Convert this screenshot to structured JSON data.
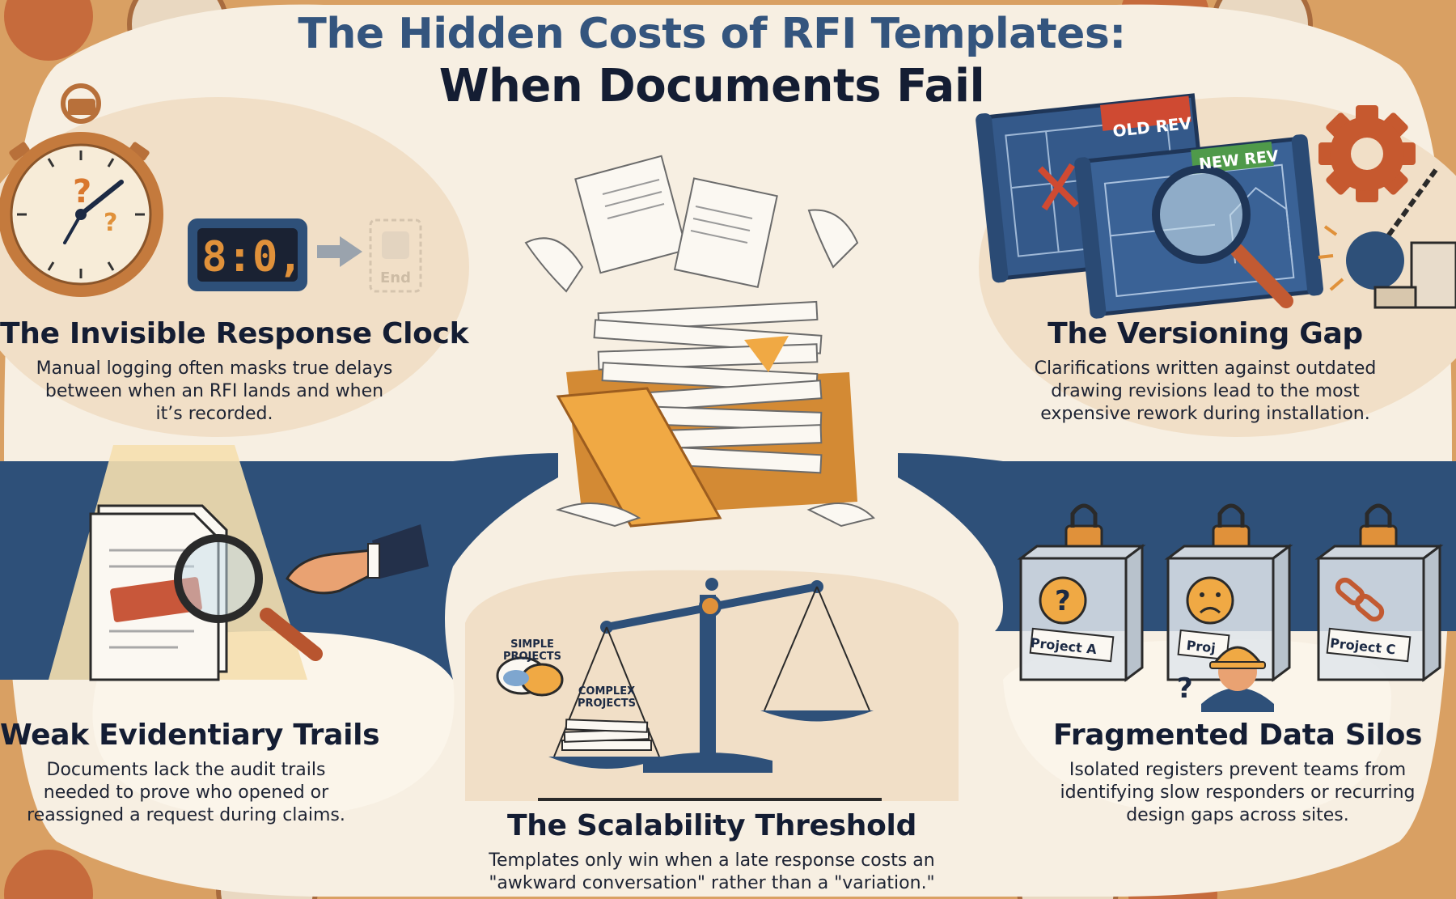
{
  "title": {
    "line1": "The Hidden Costs of RFI Templates:",
    "line2": "When Documents Fail"
  },
  "sections": {
    "response_clock": {
      "heading": "The Invisible Response Clock",
      "description": "Manual logging often masks true delays between when an RFI lands and when it’s recorded.",
      "clock_display": "8:0,",
      "end_label": "End"
    },
    "versioning_gap": {
      "heading": "The Versioning Gap",
      "description": "Clarifications written against outdated drawing revisions lead to the most expensive rework during installation.",
      "old_rev_label": "OLD REV",
      "new_rev_label": "NEW REV"
    },
    "evidentiary_trails": {
      "heading": "Weak Evidentiary Trails",
      "description": "Documents lack the audit trails needed to prove who opened or reassigned a request during claims."
    },
    "data_silos": {
      "heading": "Fragmented Data Silos",
      "description": "Isolated registers prevent teams from identifying slow responders or recurring design gaps across sites.",
      "box_labels": [
        "Project A",
        "Proj",
        "Project C"
      ]
    },
    "scalability": {
      "heading": "The Scalability Threshold",
      "description": "Templates only win when a late response costs an \"awkward conversation\" rather than a \"variation.\"",
      "simple_label_1": "SIMPLE",
      "simple_label_2": "PROJECTS",
      "complex_label_1": "COMPLEX",
      "complex_label_2": "PROJECTS"
    }
  },
  "colors": {
    "navy": "#2e5079",
    "cream": "#f7efe2",
    "orange": "#e0913a",
    "red": "#cf5a3a",
    "brown": "#b8703a"
  },
  "icons": [
    "stopwatch-icon",
    "digital-clock-icon",
    "arrow-right-icon",
    "end-icon",
    "blueprint-icon",
    "magnifier-icon",
    "gear-icon",
    "wrecking-ball-icon",
    "folder-icon",
    "scale-icon",
    "padlock-icon",
    "worker-icon"
  ]
}
